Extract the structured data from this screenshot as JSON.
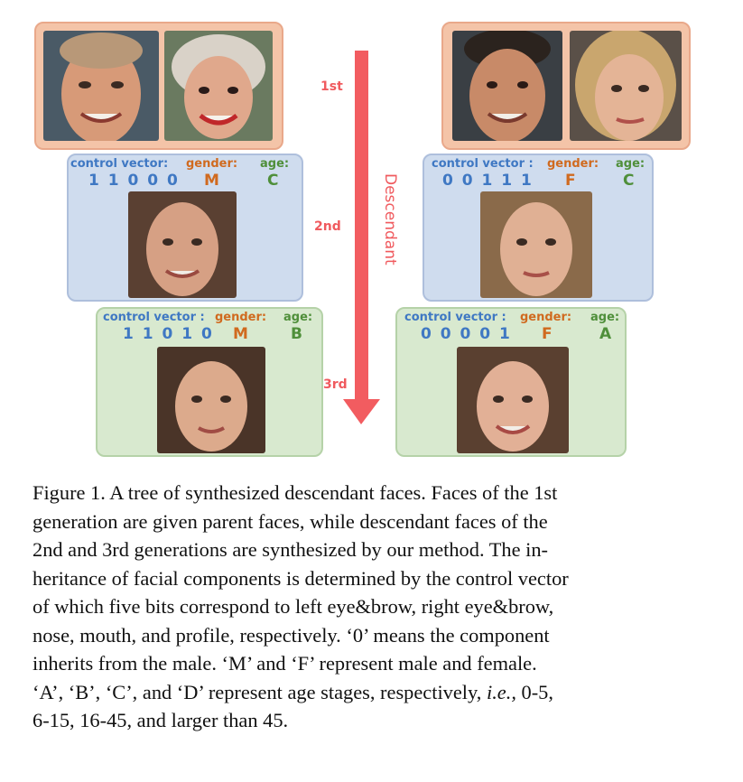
{
  "generations": {
    "first": "1st",
    "second": "2nd",
    "third": "3rd"
  },
  "arrow_label": "Descendant",
  "labels": {
    "control_vector": "control vector:",
    "control_vector_spaced": "control vector :",
    "gender": "gender:",
    "age": "age:"
  },
  "left_tree": {
    "second": {
      "vector": "1 1 0 0 0",
      "gender": "M",
      "age": "C"
    },
    "third": {
      "vector": "1 1 0 1 0",
      "gender": "M",
      "age": "B"
    }
  },
  "right_tree": {
    "second": {
      "vector": "0 0 1 1 1",
      "gender": "F",
      "age": "C"
    },
    "third": {
      "vector": "0 0 0 0 1",
      "gender": "F",
      "age": "A"
    }
  },
  "colors": {
    "accent": "#f05a5e",
    "vector": "#3f78c3",
    "gender": "#d06a1f",
    "age": "#4f8f3a"
  },
  "caption_lines": [
    "Figure 1. A tree of synthesized descendant faces. Faces of the 1st",
    "generation are given parent faces, while descendant faces of the",
    "2nd and 3rd generations are synthesized by our method. The in-",
    "heritance of facial components is determined by the control vector",
    "of which five bits correspond to left eye&brow, right eye&brow,",
    "nose, mouth, and profile, respectively. ‘0’ means the component",
    "inherits from the male. ‘M’ and ‘F’ represent male and female.",
    "‘A’, ‘B’, ‘C’, and ‘D’ represent age stages, respectively, ",
    "6-15, 16-45, and larger than 45."
  ],
  "caption_italic": "i.e.,",
  "caption_line8_tail": " 0-5,"
}
